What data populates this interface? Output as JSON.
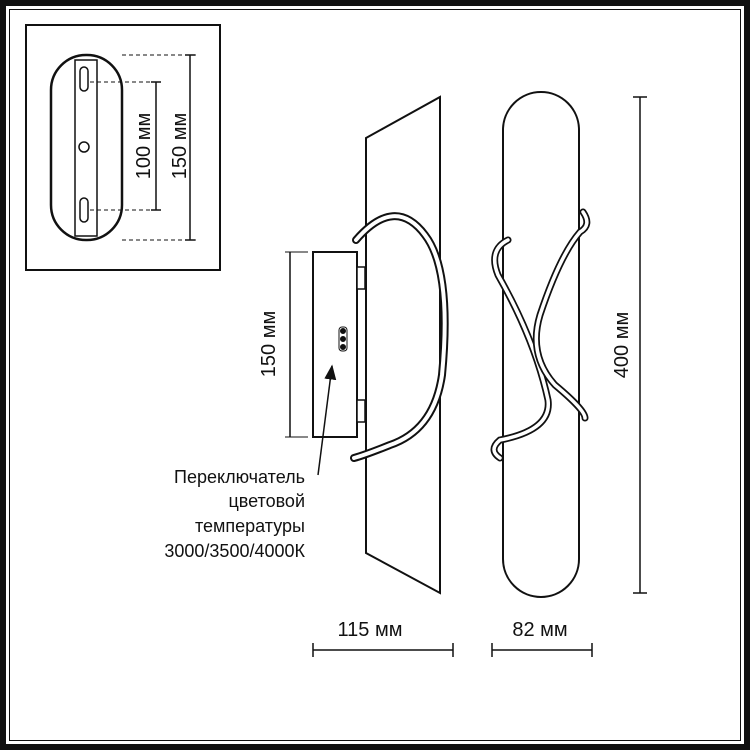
{
  "dims": {
    "mount_inner": "100 мм",
    "mount_outer": "150 мм",
    "side_base_height": "150 мм",
    "total_height": "400 мм",
    "side_depth": "115 мм",
    "front_width": "82 мм"
  },
  "switch_label": {
    "line1": "Переключатель",
    "line2": "цветовой",
    "line3": "температуры",
    "line4": "3000/3500/4000К"
  },
  "colors": {
    "line": "#111111",
    "paper": "#ffffff"
  }
}
